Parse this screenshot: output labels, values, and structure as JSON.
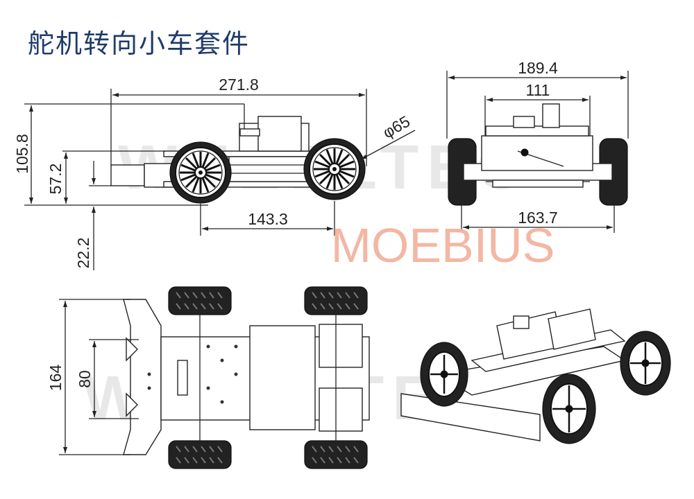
{
  "title": "舵机转向小车套件",
  "watermark": {
    "text": "WHEELTEC",
    "color": "#e8e8e8"
  },
  "brand": {
    "text": "MOEBIUS",
    "color": "#f3b7a4"
  },
  "side_view": {
    "length": "271.8",
    "height": "105.8",
    "axle_height": "57.2",
    "wheel_diameter": "φ65",
    "wheelbase": "143.3",
    "ground_clearance": "22.2"
  },
  "front_view": {
    "overall_width": "189.4",
    "chassis_width": "111",
    "track_width": "163.7"
  },
  "top_view": {
    "overall_width": "164",
    "bumper_width": "80"
  },
  "colors": {
    "title": "#1f3b6b",
    "line": "#222222"
  }
}
